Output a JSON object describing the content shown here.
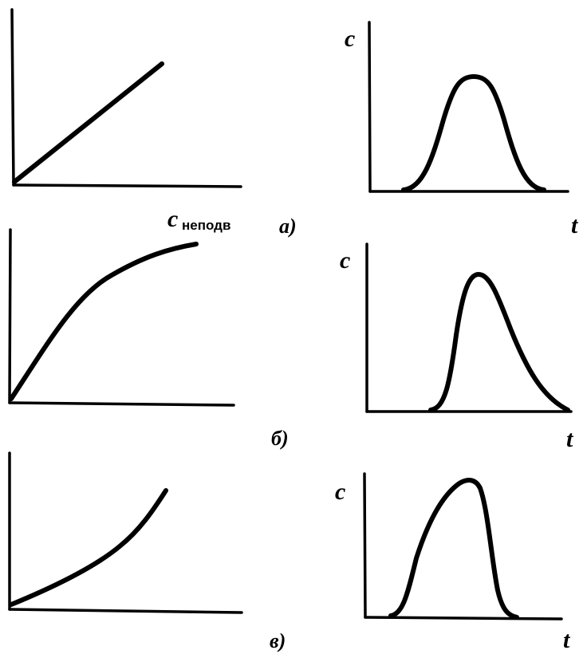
{
  "isotherm_x_label": {
    "main": "c",
    "subscript": "неподв"
  },
  "peak_y_label": "c",
  "peak_x_label": "t",
  "rows": [
    {
      "panel_label": "а)",
      "isotherm_shape": "linear",
      "peak_shape": "symmetric"
    },
    {
      "panel_label": "б)",
      "isotherm_shape": "convex",
      "peak_shape": "sharp front, tailing rear"
    },
    {
      "panel_label": "в)",
      "isotherm_shape": "concave",
      "peak_shape": "diffuse front, sharp rear"
    }
  ]
}
